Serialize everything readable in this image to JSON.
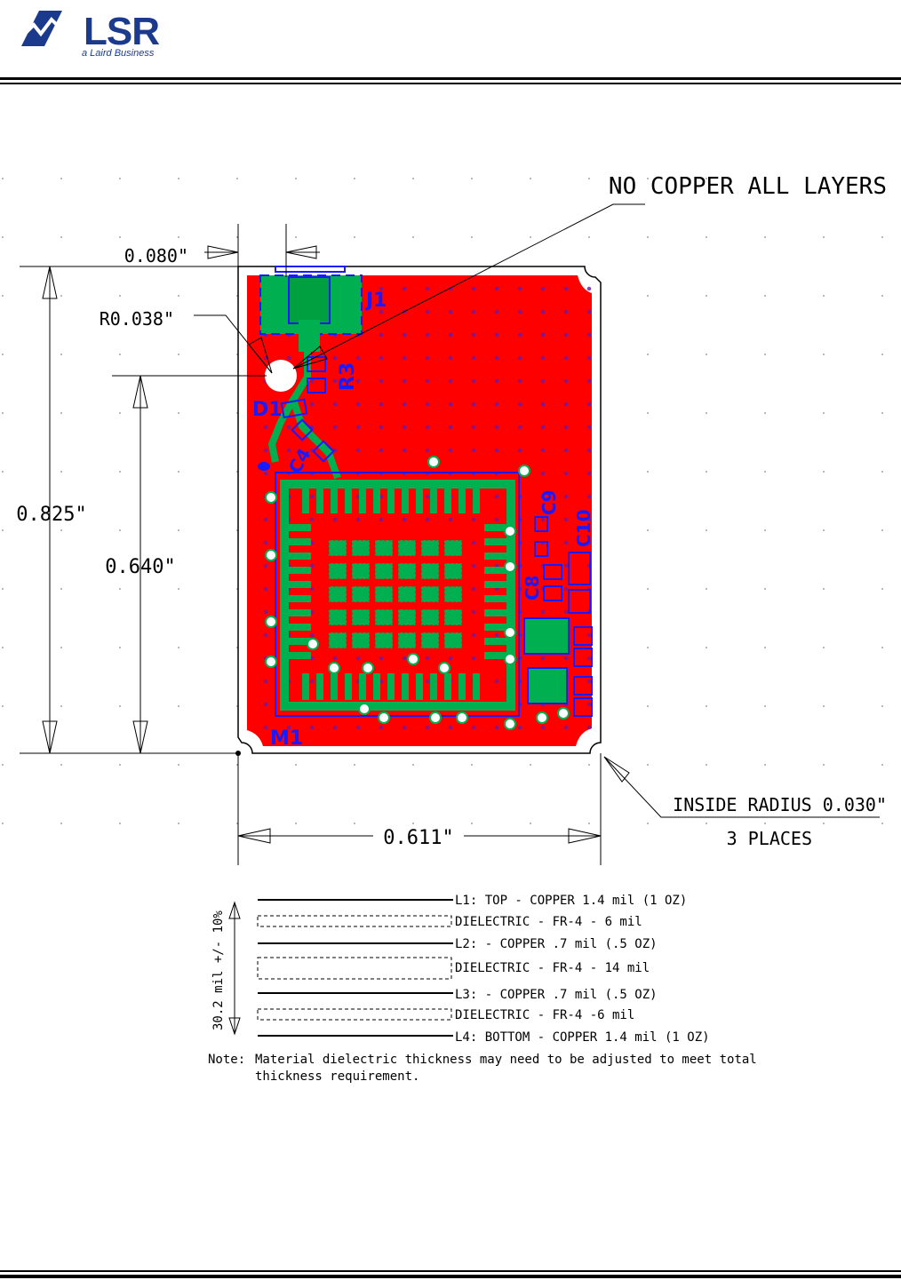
{
  "header": {
    "logo_text": "LSR",
    "logo_sub": "a Laird Business"
  },
  "drawing": {
    "callout_no_copper": "NO COPPER ALL LAYERS",
    "dim_keepout": "0.080\"",
    "dim_radius": "R0.038\"",
    "dim_height": "0.825\"",
    "dim_antenna": "0.640\"",
    "dim_width": "0.611\"",
    "callout_inside_radius": "INSIDE RADIUS 0.030\"",
    "callout_places": "3 PLACES",
    "refdes": {
      "j1": "J1",
      "r3": "R3",
      "d1": "D1",
      "c4": "C4",
      "c9": "C9",
      "c10": "C10",
      "c8": "C8",
      "m1": "M1"
    }
  },
  "stackup": {
    "thickness_label": "30.2 mil +/- 10%",
    "layers": [
      {
        "label": "L1: TOP - COPPER 1.4 mil (1 OZ)"
      },
      {
        "label": "DIELECTRIC - FR-4 - 6 mil"
      },
      {
        "label": "L2: - COPPER .7 mil  (.5 OZ)"
      },
      {
        "label": "DIELECTRIC - FR-4 - 14 mil"
      },
      {
        "label": "L3: - COPPER .7 mil  (.5 OZ)"
      },
      {
        "label": "DIELECTRIC - FR-4 -6 mil"
      },
      {
        "label": "L4: BOTTOM - COPPER 1.4 mil (1 OZ)"
      }
    ],
    "note_label": "Note:",
    "note_line1": "Material dielectric thickness may need to be adjusted to meet total",
    "note_line2": "thickness requirement."
  },
  "colors": {
    "copper": "#ff0000",
    "mask": "#00b050",
    "silk": "#1a1aff",
    "via": "#6a1aa8",
    "logo": "#1b3a8c"
  }
}
